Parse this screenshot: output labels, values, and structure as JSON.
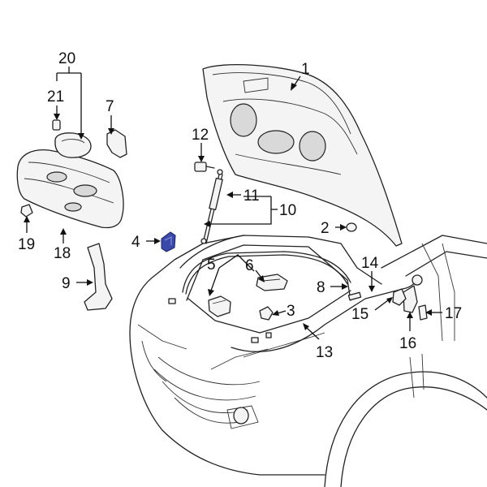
{
  "diagram": {
    "highlight_color": "#3b49a8",
    "callouts": [
      {
        "id": "c1",
        "text": "1"
      },
      {
        "id": "c2",
        "text": "2"
      },
      {
        "id": "c3",
        "text": "3"
      },
      {
        "id": "c4",
        "text": "4"
      },
      {
        "id": "c5",
        "text": "5"
      },
      {
        "id": "c6",
        "text": "6"
      },
      {
        "id": "c7",
        "text": "7"
      },
      {
        "id": "c8",
        "text": "8"
      },
      {
        "id": "c9",
        "text": "9"
      },
      {
        "id": "c10",
        "text": "10"
      },
      {
        "id": "c11",
        "text": "11"
      },
      {
        "id": "c12",
        "text": "12"
      },
      {
        "id": "c13",
        "text": "13"
      },
      {
        "id": "c14",
        "text": "14"
      },
      {
        "id": "c15",
        "text": "15"
      },
      {
        "id": "c16",
        "text": "16"
      },
      {
        "id": "c17",
        "text": "17"
      },
      {
        "id": "c18",
        "text": "18"
      },
      {
        "id": "c19",
        "text": "19"
      },
      {
        "id": "c20",
        "text": "20"
      },
      {
        "id": "c21",
        "text": "21"
      }
    ]
  }
}
